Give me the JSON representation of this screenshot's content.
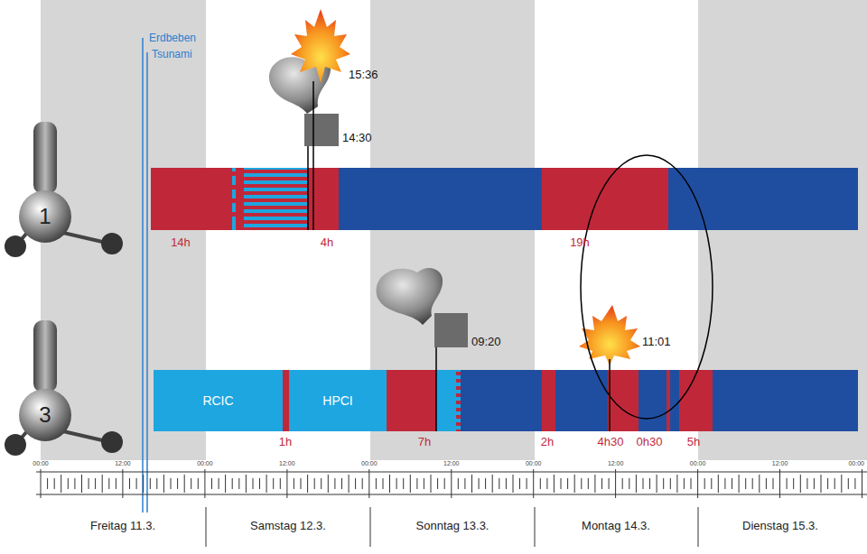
{
  "diagram": {
    "nodes": [
      {
        "text": [
          "1"
        ]
      },
      {
        "text": [
          "3"
        ]
      },
      {
        "text": [
          "RCIC"
        ]
      },
      {
        "text": [
          "HPCI"
        ]
      }
    ],
    "labels": [
      "Erdbeben",
      "Tsunami",
      "15:36",
      "14:30",
      "14h",
      "4h",
      "19h",
      "09:20",
      "11:01",
      "1h",
      "7h",
      "2h",
      "4h30",
      "0h30",
      "5h",
      "00:00",
      "12:00",
      "00:00",
      "12:00",
      "00:00",
      "12:00",
      "00:00",
      "12:00",
      "00:00",
      "12:00",
      "00:00",
      "Freitag 11.3.",
      "Samstag 12.3.",
      "Sonntag 13.3.",
      "Montag 14.3.",
      "Dienstag 15.3."
    ]
  }
}
